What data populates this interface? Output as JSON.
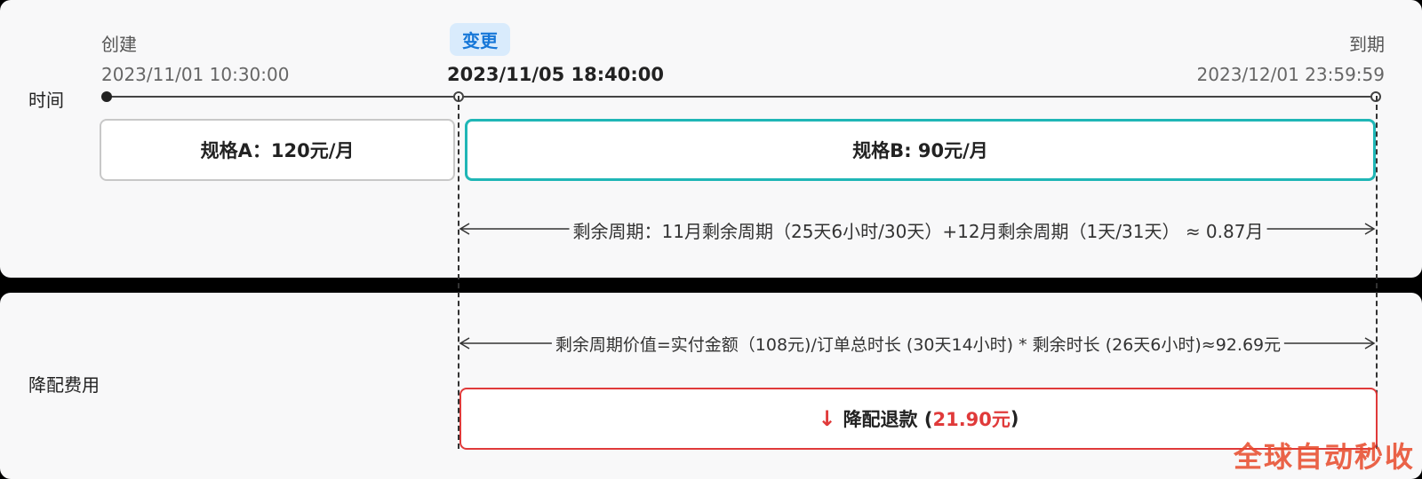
{
  "labels": {
    "time_row": "时间",
    "fee_row": "降配费用"
  },
  "timeline": {
    "create_label": "创建",
    "create_time": "2023/11/01 10:30:00",
    "change_badge": "变更",
    "change_time": "2023/11/05 18:40:00",
    "expire_label": "到期",
    "expire_time": "2023/12/01 23:59:59"
  },
  "specs": {
    "a": "规格A：120元/月",
    "b": "规格B: 90元/月"
  },
  "remaining_period": "剩余周期：11月剩余周期（25天6小时/30天）+12月剩余周期（1天/31天） ≈ 0.87月",
  "remaining_value": "剩余周期价值=实付金额（108元)/订单总时长 (30天14小时) * 剩余时长 (26天6小时)≈92.69元",
  "refund": {
    "label": "降配退款 (",
    "amount": "21.90元",
    "close": ")"
  },
  "watermark": "全球自动秒收",
  "colors": {
    "accent_teal": "#1fb6b6",
    "badge_blue": "#1677d8",
    "refund_red": "#e03a3a"
  }
}
